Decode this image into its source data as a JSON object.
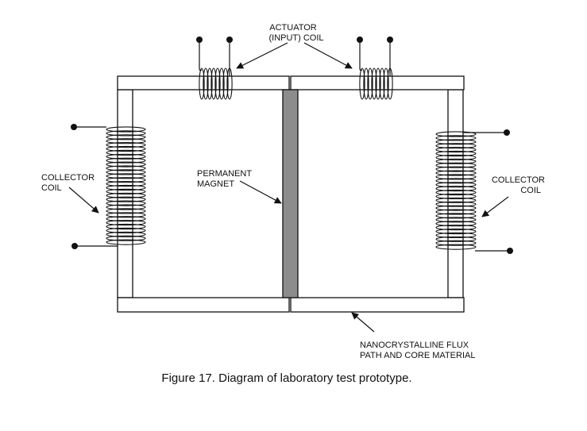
{
  "labels": {
    "actuator_line1": "ACTUATOR",
    "actuator_line2": "(INPUT) COIL",
    "collector_left_line1": "COLLECTOR",
    "collector_left_line2": "COIL",
    "magnet_line1": "PERMANENT",
    "magnet_line2": "MAGNET",
    "collector_right_line1": "COLLECTOR",
    "collector_right_line2": "COIL",
    "flux_line1": "NANOCRYSTALLINE FLUX",
    "flux_line2": "PATH AND CORE MATERIAL"
  },
  "caption": "Figure 17.  Diagram of laboratory test prototype.",
  "colors": {
    "stroke": "#111111",
    "core_fill": "#ffffff",
    "magnet_fill": "#8c8c8c",
    "background": "#ffffff"
  }
}
